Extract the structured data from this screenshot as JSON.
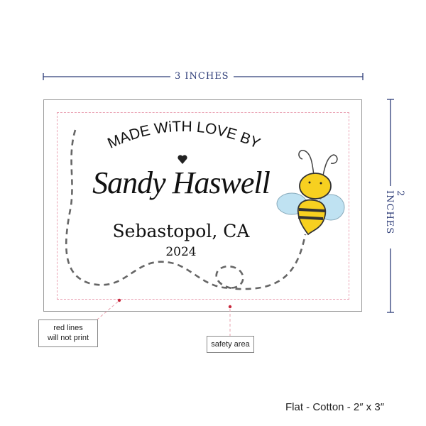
{
  "dimensions": {
    "width_label": "3 INCHES",
    "height_label": "2 INCHES"
  },
  "label": {
    "top_text": "MADE WiTH LOVE BY",
    "name": "Sandy Haswell",
    "city": "Sebastopol, CA",
    "year": "2024"
  },
  "callouts": {
    "red_lines": [
      "red lines",
      "will not print"
    ],
    "safety": "safety area"
  },
  "product": "Flat - Cotton - 2″ x 3″",
  "colors": {
    "dimension": "#2e3d78",
    "safety_line": "#eaa3b4",
    "marker": "#c8283c",
    "bee_yellow": "#f7d020",
    "wing_blue": "#bfe2f2"
  }
}
